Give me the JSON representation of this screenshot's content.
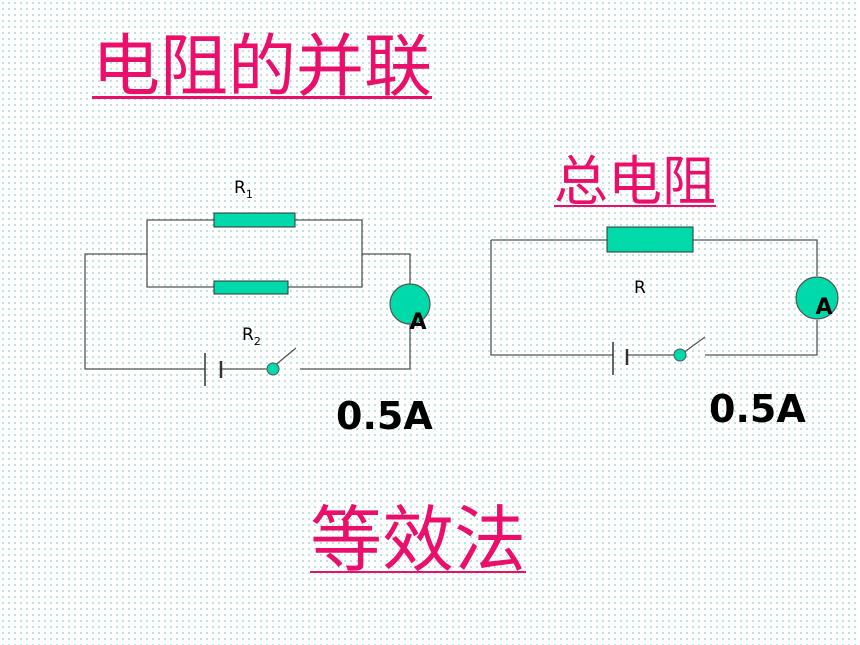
{
  "title": "电阻的并联",
  "subtitle": "总电阻",
  "method": "等效法",
  "left_circuit": {
    "r1_label": "R",
    "r1_sub": "1",
    "r2_label": "R",
    "r2_sub": "2",
    "meter_label": "A",
    "reading": "0.5A"
  },
  "right_circuit": {
    "r_label": "R",
    "meter_label": "A",
    "reading": "0.5A"
  },
  "colors": {
    "accent": "#ea0f6b",
    "component_fill": "#00d9a9",
    "dot_grid": "#a9d8d3"
  }
}
